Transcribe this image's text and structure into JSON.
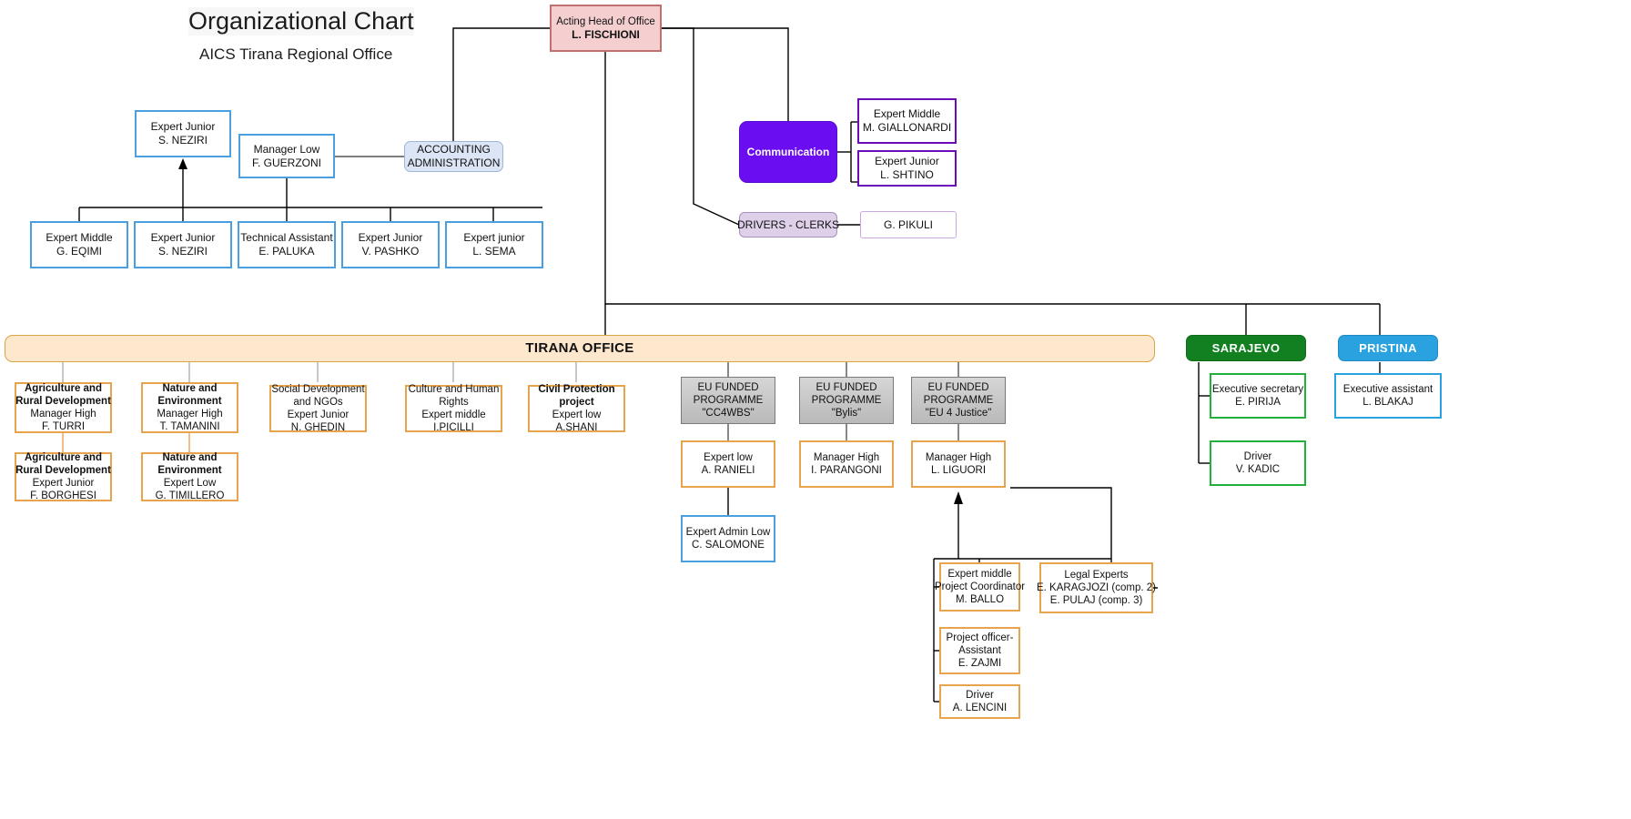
{
  "title": {
    "main": "Organizational Chart",
    "sub": "AICS Tirana Regional Office"
  },
  "colors": {
    "head_fill": "#f5cfcf",
    "head_border": "#c0706e",
    "blue_border": "#4a9fe0",
    "accounting_fill": "#dbe5f5",
    "purple_fill": "#6a0df0",
    "purple_border": "#6a0db8",
    "lilac_fill": "#ded0e8",
    "tirana_fill": "#fde7cd",
    "tirana_border": "#d9a441",
    "orange_border": "#e8a44c",
    "grey_fill": "#c8c8c8",
    "green_fill": "#128020",
    "green_border": "#23b03a",
    "cyan_fill": "#2ba2e0"
  },
  "nodes": {
    "head_office": {
      "role": "Acting Head of Office",
      "person": "L. FISCHIONI"
    },
    "expert_junior_neziri_top": {
      "role": "Expert Junior",
      "person": "S. NEZIRI"
    },
    "manager_low_guerzoni": {
      "role": "Manager Low",
      "person": "F. GUERZONI"
    },
    "accounting": {
      "line1": "ACCOUNTING",
      "line2": "ADMINISTRATION"
    },
    "admin_row": [
      {
        "role": "Expert Middle",
        "person": "G. EQIMI"
      },
      {
        "role": "Expert Junior",
        "person": "S. NEZIRI"
      },
      {
        "role": "Technical Assistant",
        "person": "E. PALUKA"
      },
      {
        "role": "Expert Junior",
        "person": "V. PASHKO"
      },
      {
        "role": "Expert junior",
        "person": "L. SEMA"
      }
    ],
    "communication": {
      "label": "Communication"
    },
    "comm_children": [
      {
        "role": "Expert Middle",
        "person": "M. GIALLONARDI"
      },
      {
        "role": "Expert Junior",
        "person": "L. SHTINO"
      }
    ],
    "drivers_clerks": {
      "label": "DRIVERS - CLERKS"
    },
    "pikuli": {
      "person": "G. PIKULI"
    },
    "tirana_office": {
      "label": "TIRANA OFFICE"
    },
    "tirana_units": [
      {
        "top": {
          "title1": "Agriculture and",
          "title2": "Rural Development",
          "role": "Manager High",
          "person": "F. TURRI"
        },
        "bottom": {
          "title1": "Agriculture and",
          "title2": "Rural Development",
          "role": "Expert Junior",
          "person": "F. BORGHESI"
        }
      },
      {
        "top": {
          "title1": "Nature and",
          "title2": "Environment",
          "role": "Manager High",
          "person": "T. TAMANINI"
        },
        "bottom": {
          "title1": "Nature and",
          "title2": "Environment",
          "role": "Expert Low",
          "person": "G. TIMILLERO"
        }
      }
    ],
    "tirana_single_units": [
      {
        "title1": "Social Development",
        "title2": "and NGOs",
        "role": "Expert Junior",
        "person": "N. GHEDIN",
        "bold": false
      },
      {
        "title1": "Culture and Human",
        "title2": "Rights",
        "role": "Expert middle",
        "person": "I.PICILLI",
        "bold": false
      },
      {
        "title1": "Civil Protection",
        "title2": "project",
        "role": "Expert low",
        "person": "A.SHANI",
        "bold": true
      }
    ],
    "eu_programmes": [
      {
        "line1": "EU FUNDED",
        "line2": "PROGRAMME",
        "line3": "\"CC4WBS\"",
        "child": {
          "role": "Expert low",
          "person": "A. RANIELI"
        },
        "grandchild": {
          "role": "Expert Admin Low",
          "person": "C. SALOMONE"
        }
      },
      {
        "line1": "EU FUNDED",
        "line2": "PROGRAMME",
        "line3": "\"Bylis\"",
        "child": {
          "role": "Manager High",
          "person": "I. PARANGONI"
        }
      },
      {
        "line1": "EU FUNDED",
        "line2": "PROGRAMME",
        "line3": "\"EU 4 Justice\"",
        "child": {
          "role": "Manager High",
          "person": "L. LIGUORI"
        }
      }
    ],
    "justice_team": [
      {
        "role": "Expert middle",
        "sub": "Project Coordinator",
        "person": "M. BALLO"
      },
      {
        "role": "Project officer-",
        "sub": "Assistant",
        "person": "E. ZAJMI"
      },
      {
        "role": "Driver",
        "person": "A. LENCINI"
      }
    ],
    "legal_experts": {
      "title": "Legal Experts",
      "person1": "E. KARAGJOZI (comp. 2)",
      "person2": "E. PULAJ (comp. 3)"
    },
    "sarajevo": {
      "label": "SARAJEVO"
    },
    "sarajevo_children": [
      {
        "role": "Executive secretary",
        "person": "E. PIRIJA"
      },
      {
        "role": "Driver",
        "person": "V. KADIC"
      }
    ],
    "pristina": {
      "label": "PRISTINA"
    },
    "pristina_children": [
      {
        "role": "Executive assistant",
        "person": "L. BLAKAJ"
      }
    ]
  }
}
